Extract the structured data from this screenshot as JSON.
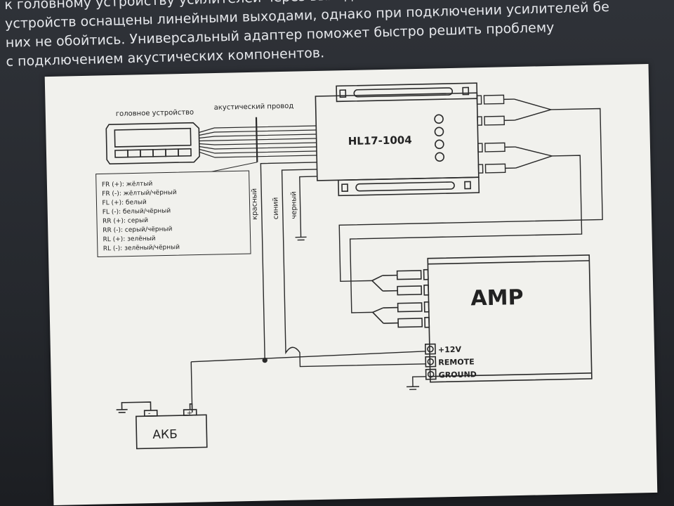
{
  "intro": {
    "lines": [
      "к головному устройству усилителей через выходы",
      "устройств оснащены линейными выходами, однако при подключении усилителей бе",
      "них не обойтись. Универсальный адаптер поможет быстро решить проблему",
      "с подключением акустических компонентов."
    ]
  },
  "diagram": {
    "head_unit_label": "головное устройство",
    "speaker_wire_label": "акустический провод",
    "adapter_model": "HL17-1004",
    "wire_legend": [
      "FR (+): жёлтый",
      "FR (-): жёлтый/чёрный",
      "FL (+): белый",
      "FL (-): белый/чёрный",
      "RR (+): серый",
      "RR (-): серый/чёрный",
      "RL (+): зелёный",
      "RL (-): зелёный/чёрный"
    ],
    "wire_red": "красный",
    "wire_blue": "синий",
    "wire_black": "черный",
    "amp_label": "AMP",
    "amp_terminals": [
      "+12V",
      "REMOTE",
      "GROUND"
    ],
    "battery_label": "АКБ",
    "battery_minus": "-",
    "battery_plus": "+"
  },
  "colors": {
    "line": "#2a2a2a",
    "paper": "#f1f1ed"
  }
}
